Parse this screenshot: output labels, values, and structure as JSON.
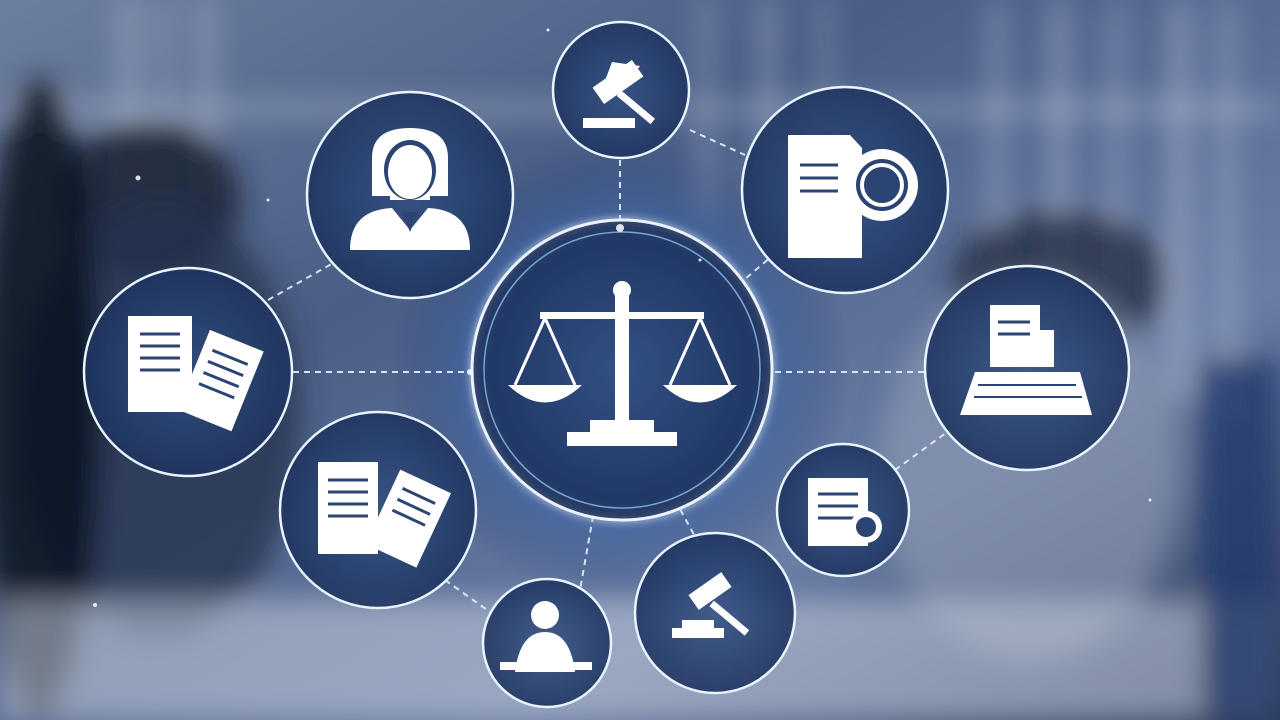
{
  "image": {
    "description_free": true,
    "palette": {
      "background_dark": "#1d2a45",
      "background_mid": "#4a5e86",
      "background_light": "#a8b6cf",
      "glow": "#9fd0ff",
      "line": "#e8f3ff",
      "circle_fill": "#2b4473"
    }
  },
  "icons": [
    {
      "id": "center",
      "name": "scales-of-justice-icon"
    },
    {
      "id": "top",
      "name": "gavel-icon"
    },
    {
      "id": "top-left",
      "name": "lawyer-person-icon"
    },
    {
      "id": "top-right",
      "name": "legal-document-seal-icon"
    },
    {
      "id": "left",
      "name": "documents-icon"
    },
    {
      "id": "right",
      "name": "computer-document-icon"
    },
    {
      "id": "lower-left",
      "name": "contract-documents-icon"
    },
    {
      "id": "lower-right-small",
      "name": "certificate-icon"
    },
    {
      "id": "bottom-left",
      "name": "user-network-icon"
    },
    {
      "id": "bottom-right",
      "name": "gavel-block-icon"
    }
  ]
}
